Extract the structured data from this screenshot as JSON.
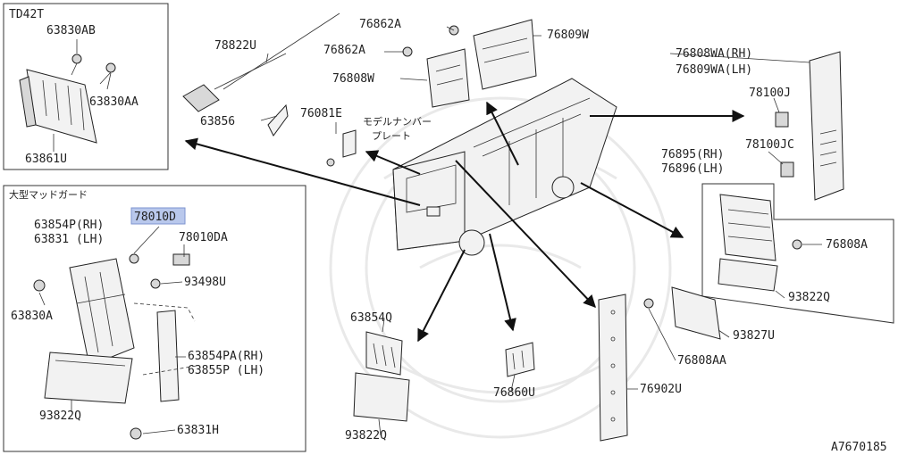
{
  "diagram": {
    "ref_code": "A7670185",
    "insets": {
      "td42t": {
        "title": "TD42T",
        "labels": {
          "screw_b": "63830AB",
          "screw_a": "63830AA",
          "flap": "63861U"
        }
      },
      "large_mudguard": {
        "title": "大型マッドガード",
        "labels": {
          "bracket_rh": "63854P(RH)",
          "bracket_lh": "63831  (LH)",
          "clip": "78010D",
          "grommet": "78010DA",
          "nut": "93498U",
          "bolt": "63830A",
          "stay_rh": "63854PA(RH)",
          "stay_lh": "63855P  (LH)",
          "rubber": "93822Q",
          "screw": "63831H"
        }
      }
    },
    "labels": {
      "antenna": "78822U",
      "antenna_bracket": "63856",
      "clip_top_1": "76862A",
      "clip_top_2": "76862A",
      "rear_flap": "76809W",
      "front_flap": "76808W",
      "plate_clip": "76081E",
      "plate_note_1": "モデルナンバー",
      "plate_note_2": "プレート",
      "side_panel_rh": "76808WA(RH)",
      "side_panel_lh": "76809WA(LH)",
      "bush_j": "78100J",
      "bush_jc": "78100JC",
      "guard_rh": "76895(RH)",
      "guard_lh": "76896(LH)",
      "guard_screw": "76808A",
      "guard_rubber": "93822Q",
      "mid_flap": "63854Q",
      "mid_rubber": "93822Q",
      "wheel_flap": "76860U",
      "long_strip": "76902U",
      "rear_rubber": "93827U",
      "rear_screw": "76808AA"
    }
  }
}
